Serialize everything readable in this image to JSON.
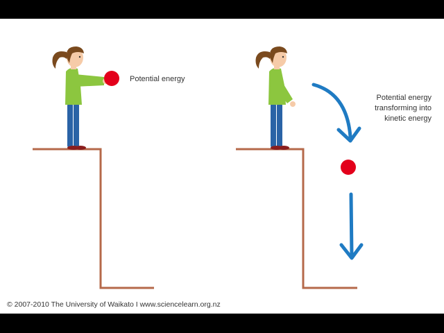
{
  "colors": {
    "ledge": "#b5694a",
    "ball": "#e3001b",
    "arrow": "#1f7bc3",
    "shirt": "#8cc63f",
    "pants": "#2a63a6",
    "hair": "#7a4a1e",
    "skin": "#f6cba8"
  },
  "scene_left": {
    "label": "Potential energy"
  },
  "scene_right": {
    "label_lines": [
      "Potential energy",
      "transforming into",
      "kinetic energy"
    ]
  },
  "footer": {
    "copyright": "© 2007-2010 The University of Waikato I www.sciencelearn.org.nz"
  }
}
